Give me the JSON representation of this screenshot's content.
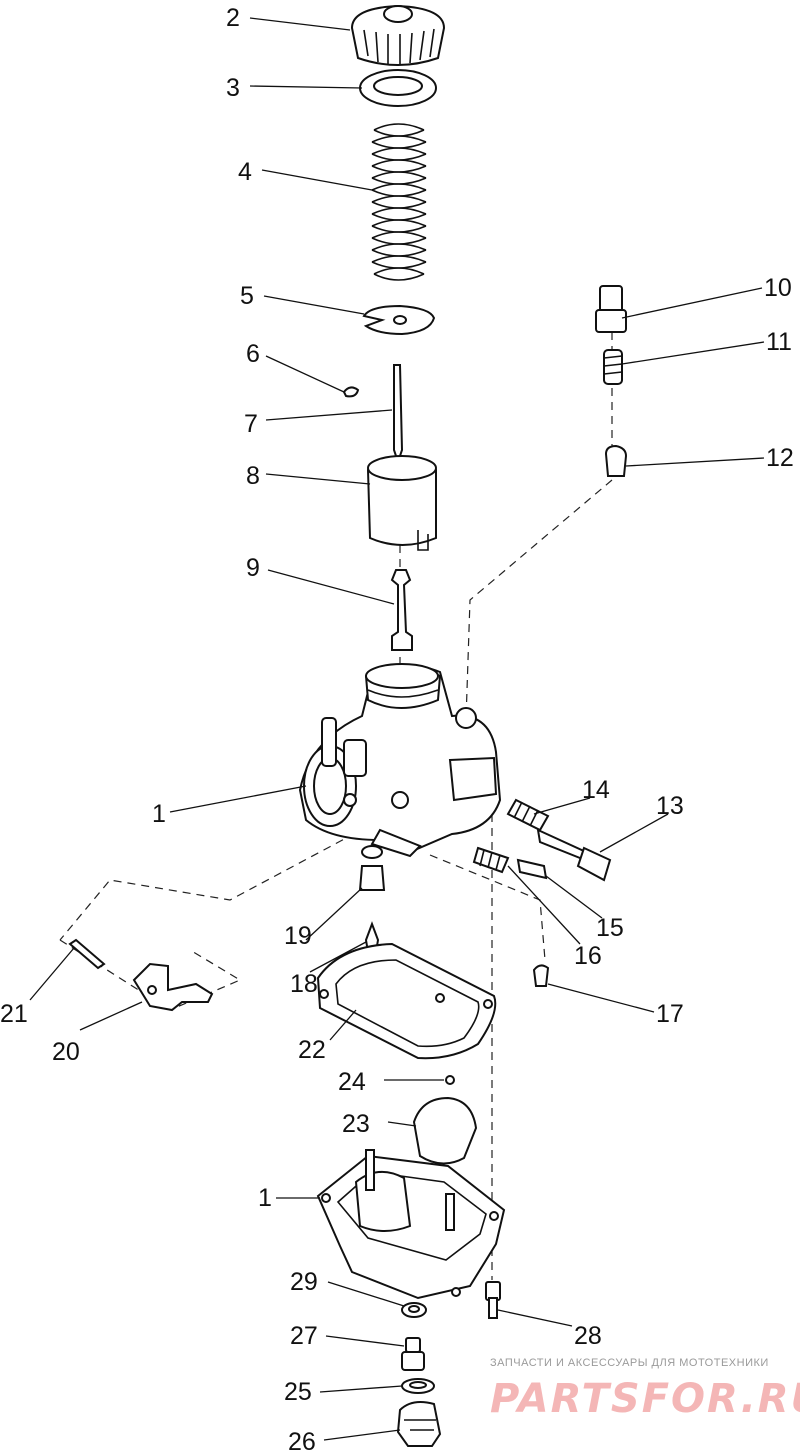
{
  "labels": {
    "l1a": "1",
    "l1b": "1",
    "l2": "2",
    "l3": "3",
    "l4": "4",
    "l5": "5",
    "l6": "6",
    "l7": "7",
    "l8": "8",
    "l9": "9",
    "l10": "10",
    "l11": "11",
    "l12": "12",
    "l13": "13",
    "l14": "14",
    "l15": "15",
    "l16": "16",
    "l17": "17",
    "l18": "18",
    "l19": "19",
    "l20": "20",
    "l21": "21",
    "l22": "22",
    "l23": "23",
    "l24": "24",
    "l25": "25",
    "l26": "26",
    "l27": "27",
    "l28": "28",
    "l29": "29"
  },
  "watermark": {
    "tagline": "ЗАПЧАСТИ И АКСЕССУАРЫ ДЛЯ МОТОТЕХНИКИ",
    "brand": "PARTSFOR.RU"
  }
}
